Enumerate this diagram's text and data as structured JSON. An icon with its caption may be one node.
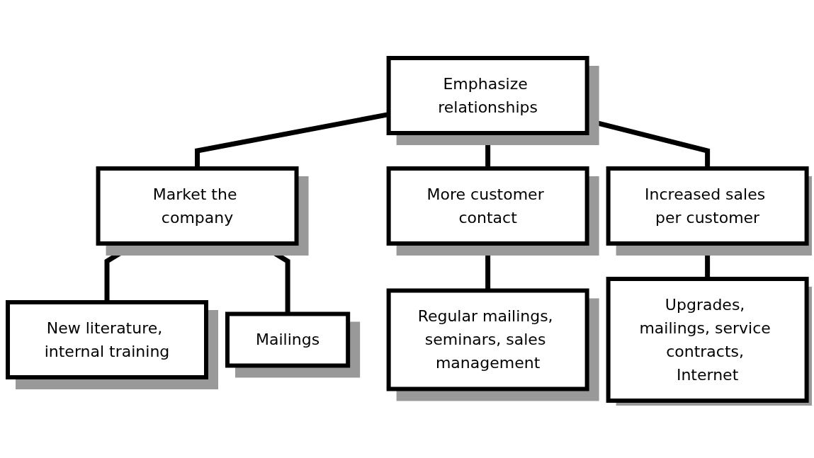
{
  "diagram": {
    "nodes": [
      {
        "text": [
          "Emphasize relationships"
        ]
      },
      {
        "text": [
          "Market the company"
        ]
      },
      {
        "text": [
          "More customer contact"
        ]
      },
      {
        "text": [
          "Increased sales per customer"
        ]
      },
      {
        "text": [
          "New literature, internal training"
        ]
      },
      {
        "text": [
          "Mailings"
        ]
      },
      {
        "text": [
          "Regular mailings, seminars, sales management"
        ]
      },
      {
        "text": [
          "Upgrades, mailings, service contracts, Internet"
        ]
      }
    ],
    "edges": [
      {
        "from": 0,
        "to": 1,
        "arrow": "none"
      },
      {
        "from": 0,
        "to": 2,
        "arrow": "none"
      },
      {
        "from": 0,
        "to": 3,
        "arrow": "none"
      },
      {
        "from": 1,
        "to": 4,
        "arrow": "none"
      },
      {
        "from": 1,
        "to": 5,
        "arrow": "none"
      },
      {
        "from": 2,
        "to": 6,
        "arrow": "none"
      },
      {
        "from": 3,
        "to": 7,
        "arrow": "none"
      }
    ]
  }
}
